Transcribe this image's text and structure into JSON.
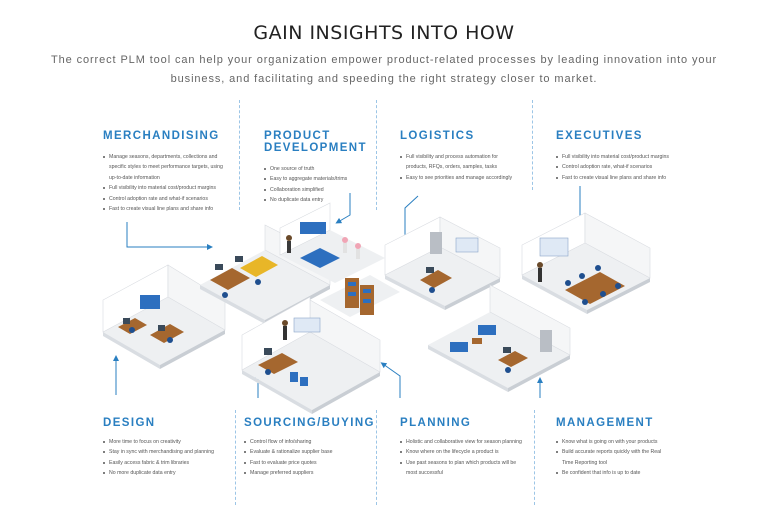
{
  "header": {
    "title": "GAIN INSIGHTS INTO HOW",
    "subtitle": "The correct PLM tool can help your organization empower product-related processes by leading innovation into your business, and facilitating and speeding the right strategy closer to market."
  },
  "colors": {
    "accent": "#2a7fc1",
    "floor": "#eef0f2",
    "wall": "#ffffff",
    "desk": "#a5672f",
    "chair": "#1f4f8f",
    "sofa": "#2d6fbf"
  },
  "sections": {
    "merchandising": {
      "title": "MERCHANDISING",
      "items": [
        "Manage seasons, departments, collections and specific styles to meet performance targets, using up-to-date information",
        "Full visibility into material cost/product margins",
        "Control adoption rate and what-if scenarios",
        "Fast to create visual line plans and share info"
      ]
    },
    "product_development": {
      "title_line1": "PRODUCT",
      "title_line2": "DEVELOPMENT",
      "items": [
        "One source of truth",
        "Easy to aggregate materials/trims",
        "Collaboration simplified",
        "No duplicate data entry"
      ]
    },
    "logistics": {
      "title": "LOGISTICS",
      "items": [
        "Full visibility and process automation for products, RFQs, orders, samples, tasks",
        "Easy to see priorities and manage accordingly"
      ]
    },
    "executives": {
      "title": "EXECUTIVES",
      "items": [
        "Full visibility into material cost/product margins",
        "Control adoption rate, what-if scenarios",
        "Fast to create visual line plans and share info"
      ]
    },
    "design": {
      "title": "DESIGN",
      "items": [
        "More time to focus on creativity",
        "Stay in sync with merchandising and planning",
        "Easily access fabric & trim libraries",
        "No more duplicate data entry"
      ]
    },
    "sourcing": {
      "title": "SOURCING/BUYING",
      "items": [
        "Control flow of info/sharing",
        "Evaluate & rationalize supplier base",
        "Fast to evaluate price quotes",
        "Manage preferred suppliers"
      ]
    },
    "planning": {
      "title": "PLANNING",
      "items": [
        "Holistic and collaborative view for season planning",
        "Know where on the lifecycle a product is",
        "Use past seasons to plan which products will be most successful"
      ]
    },
    "management": {
      "title": "MANAGEMENT",
      "items": [
        "Know what is going on with your products",
        "Build accurate reports quickly with the Real Time Reporting tool",
        "Be confident that info is up to date"
      ]
    }
  }
}
